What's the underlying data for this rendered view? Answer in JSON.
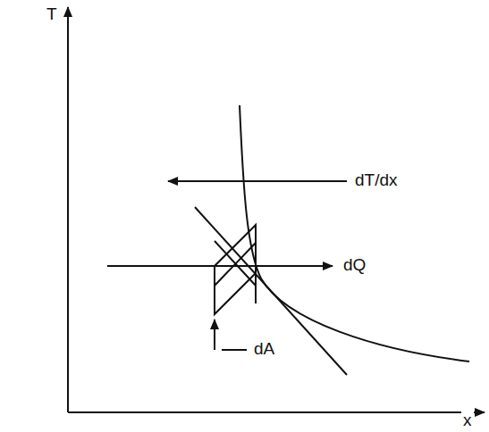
{
  "diagram": {
    "labels": [
      "T",
      "x",
      "dT/dx",
      "dQ",
      "dA"
    ]
  }
}
